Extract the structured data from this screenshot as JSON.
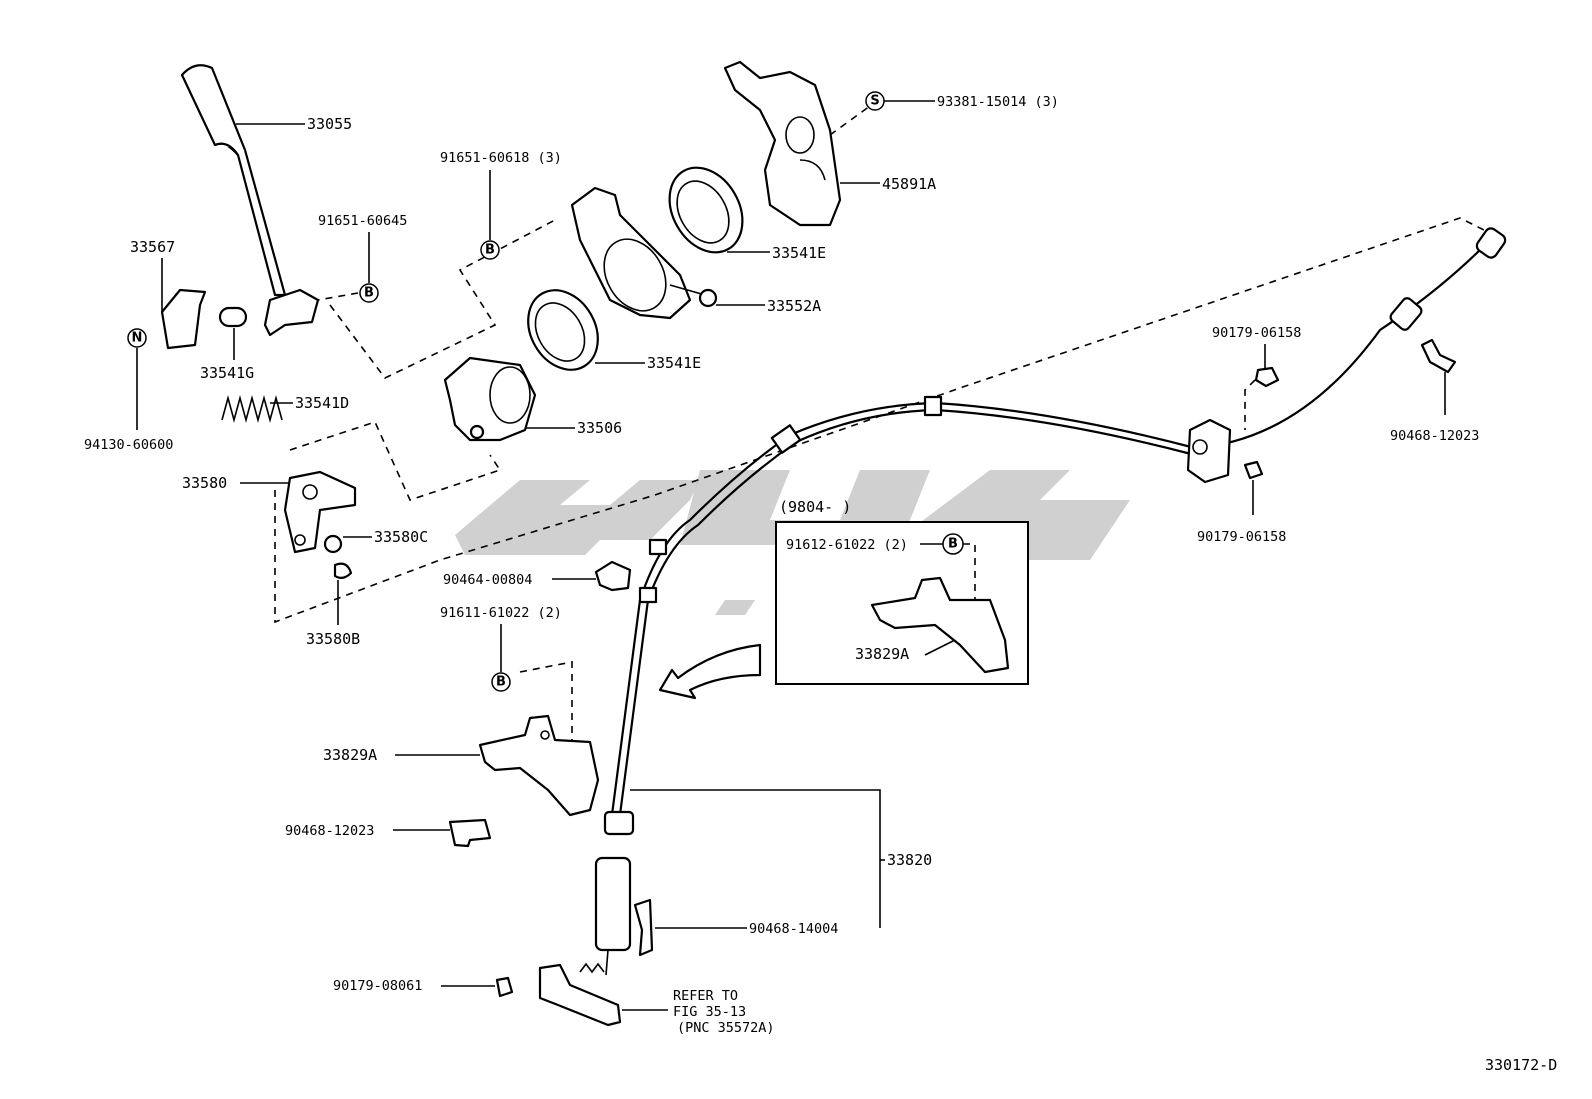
{
  "diagram_code": "330172-D",
  "symbols": {
    "s": "S",
    "n": "N",
    "b": "B"
  },
  "parts": {
    "p33055": "33055",
    "p91651_60645": "91651-60645",
    "p33567": "33567",
    "p33541G": "33541G",
    "p94130_60600": "94130-60600",
    "p33541D": "33541D",
    "p33580": "33580",
    "p33580C": "33580C",
    "p33580B": "33580B",
    "p91651_60618": "91651-60618 (3)",
    "p33506": "33506",
    "p33541E_a": "33541E",
    "p33541E_b": "33541E",
    "p33552A": "33552A",
    "p93381_15014": "93381-15014 (3)",
    "p45891A": "45891A",
    "p90179_06158_a": "90179-06158",
    "p90179_06158_b": "90179-06158",
    "p90468_12023_a": "90468-12023",
    "p90468_12023_b": "90468-12023",
    "p90464_00804": "90464-00804",
    "p91611_61022": "91611-61022 (2)",
    "p33829A_a": "33829A",
    "p33829A_b": "33829A",
    "p33820": "33820",
    "p90468_14004": "90468-14004",
    "p90179_08061": "90179-08061",
    "p91612_61022": "91612-61022 (2)"
  },
  "inset": {
    "date_label": "(9804-      )"
  },
  "refer": {
    "line1": "REFER TO",
    "line2": "FIG 35-13",
    "line3": "(PNC 35572A)"
  }
}
